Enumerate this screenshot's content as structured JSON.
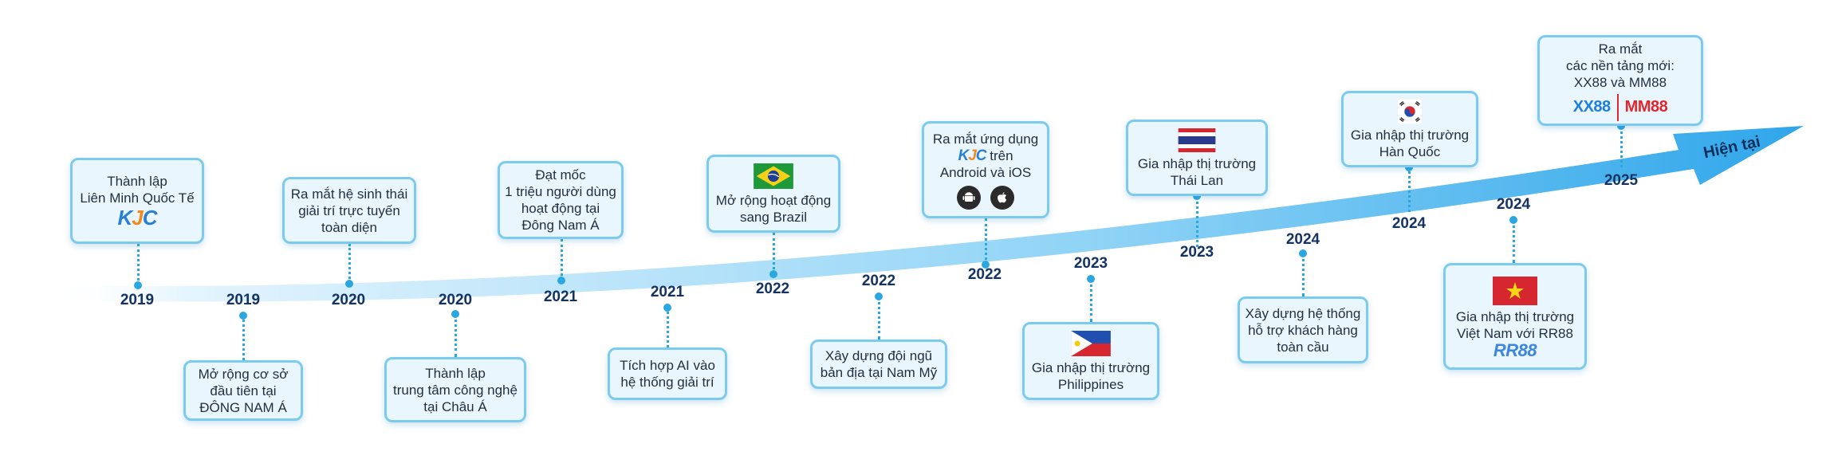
{
  "colors": {
    "arrow_start": "#e3f4fd",
    "arrow_end": "#2fa6ea",
    "box_fill": "#eaf6fd",
    "box_border": "#7ccbef",
    "connector": "#2aa7e0",
    "year_text": "#143262"
  },
  "now_label": "Hiện tại",
  "milestones": [
    {
      "year": "2019",
      "lines": [
        "Thành lập",
        "Liên Minh Quốc Tế"
      ],
      "logo": "kjc-logo"
    },
    {
      "year": "2019",
      "lines": [
        "Mở rộng cơ sở",
        "đầu tiên tại",
        "ĐÔNG NAM Á"
      ]
    },
    {
      "year": "2020",
      "lines": [
        "Ra mắt hệ sinh thái",
        "giải trí trực tuyến",
        "toàn diện"
      ]
    },
    {
      "year": "2020",
      "lines": [
        "Thành lập",
        "trung tâm công nghệ",
        "tại Châu Á"
      ]
    },
    {
      "year": "2021",
      "lines": [
        "Đạt mốc",
        "1 triệu người dùng",
        "hoạt động tại",
        "Đông Nam Á"
      ]
    },
    {
      "year": "2021",
      "lines": [
        "Tích hợp AI vào",
        "hệ thống giải trí"
      ]
    },
    {
      "year": "2022",
      "lines": [
        "Mở rộng hoạt động",
        "sang Brazil"
      ],
      "logo": "brazil-flag-icon"
    },
    {
      "year": "2022",
      "lines": [
        "Xây dựng đội ngũ",
        "bản địa tại Nam Mỹ"
      ]
    },
    {
      "year": "2022",
      "lines": [
        "Ra mắt ứng dụng",
        "trên",
        "Android và iOS"
      ],
      "logo": "kjc-logo",
      "icons": [
        "android-icon",
        "apple-icon"
      ]
    },
    {
      "year": "2023",
      "lines": [
        "Gia nhập thị trường",
        "Philippines"
      ],
      "logo": "philippines-flag-icon"
    },
    {
      "year": "2023",
      "lines": [
        "Gia nhập thị trường",
        "Thái Lan"
      ],
      "logo": "thailand-flag-icon"
    },
    {
      "year": "2024",
      "lines": [
        "Xây dựng hệ thống",
        "hỗ trợ khách hàng",
        "toàn cầu"
      ]
    },
    {
      "year": "2024",
      "lines": [
        "Gia nhập thị trường",
        "Hàn Quốc"
      ],
      "logo": "korea-flag-icon"
    },
    {
      "year": "2024",
      "lines": [
        "Gia nhập thị trường",
        "Việt Nam với RR88"
      ],
      "logo": "vietnam-flag-icon",
      "brand": "RR88"
    },
    {
      "year": "2025",
      "lines": [
        "Ra mắt",
        "các nền tảng mới:",
        "XX88 và MM88"
      ],
      "brands": [
        "XX88",
        "MM88"
      ]
    }
  ]
}
